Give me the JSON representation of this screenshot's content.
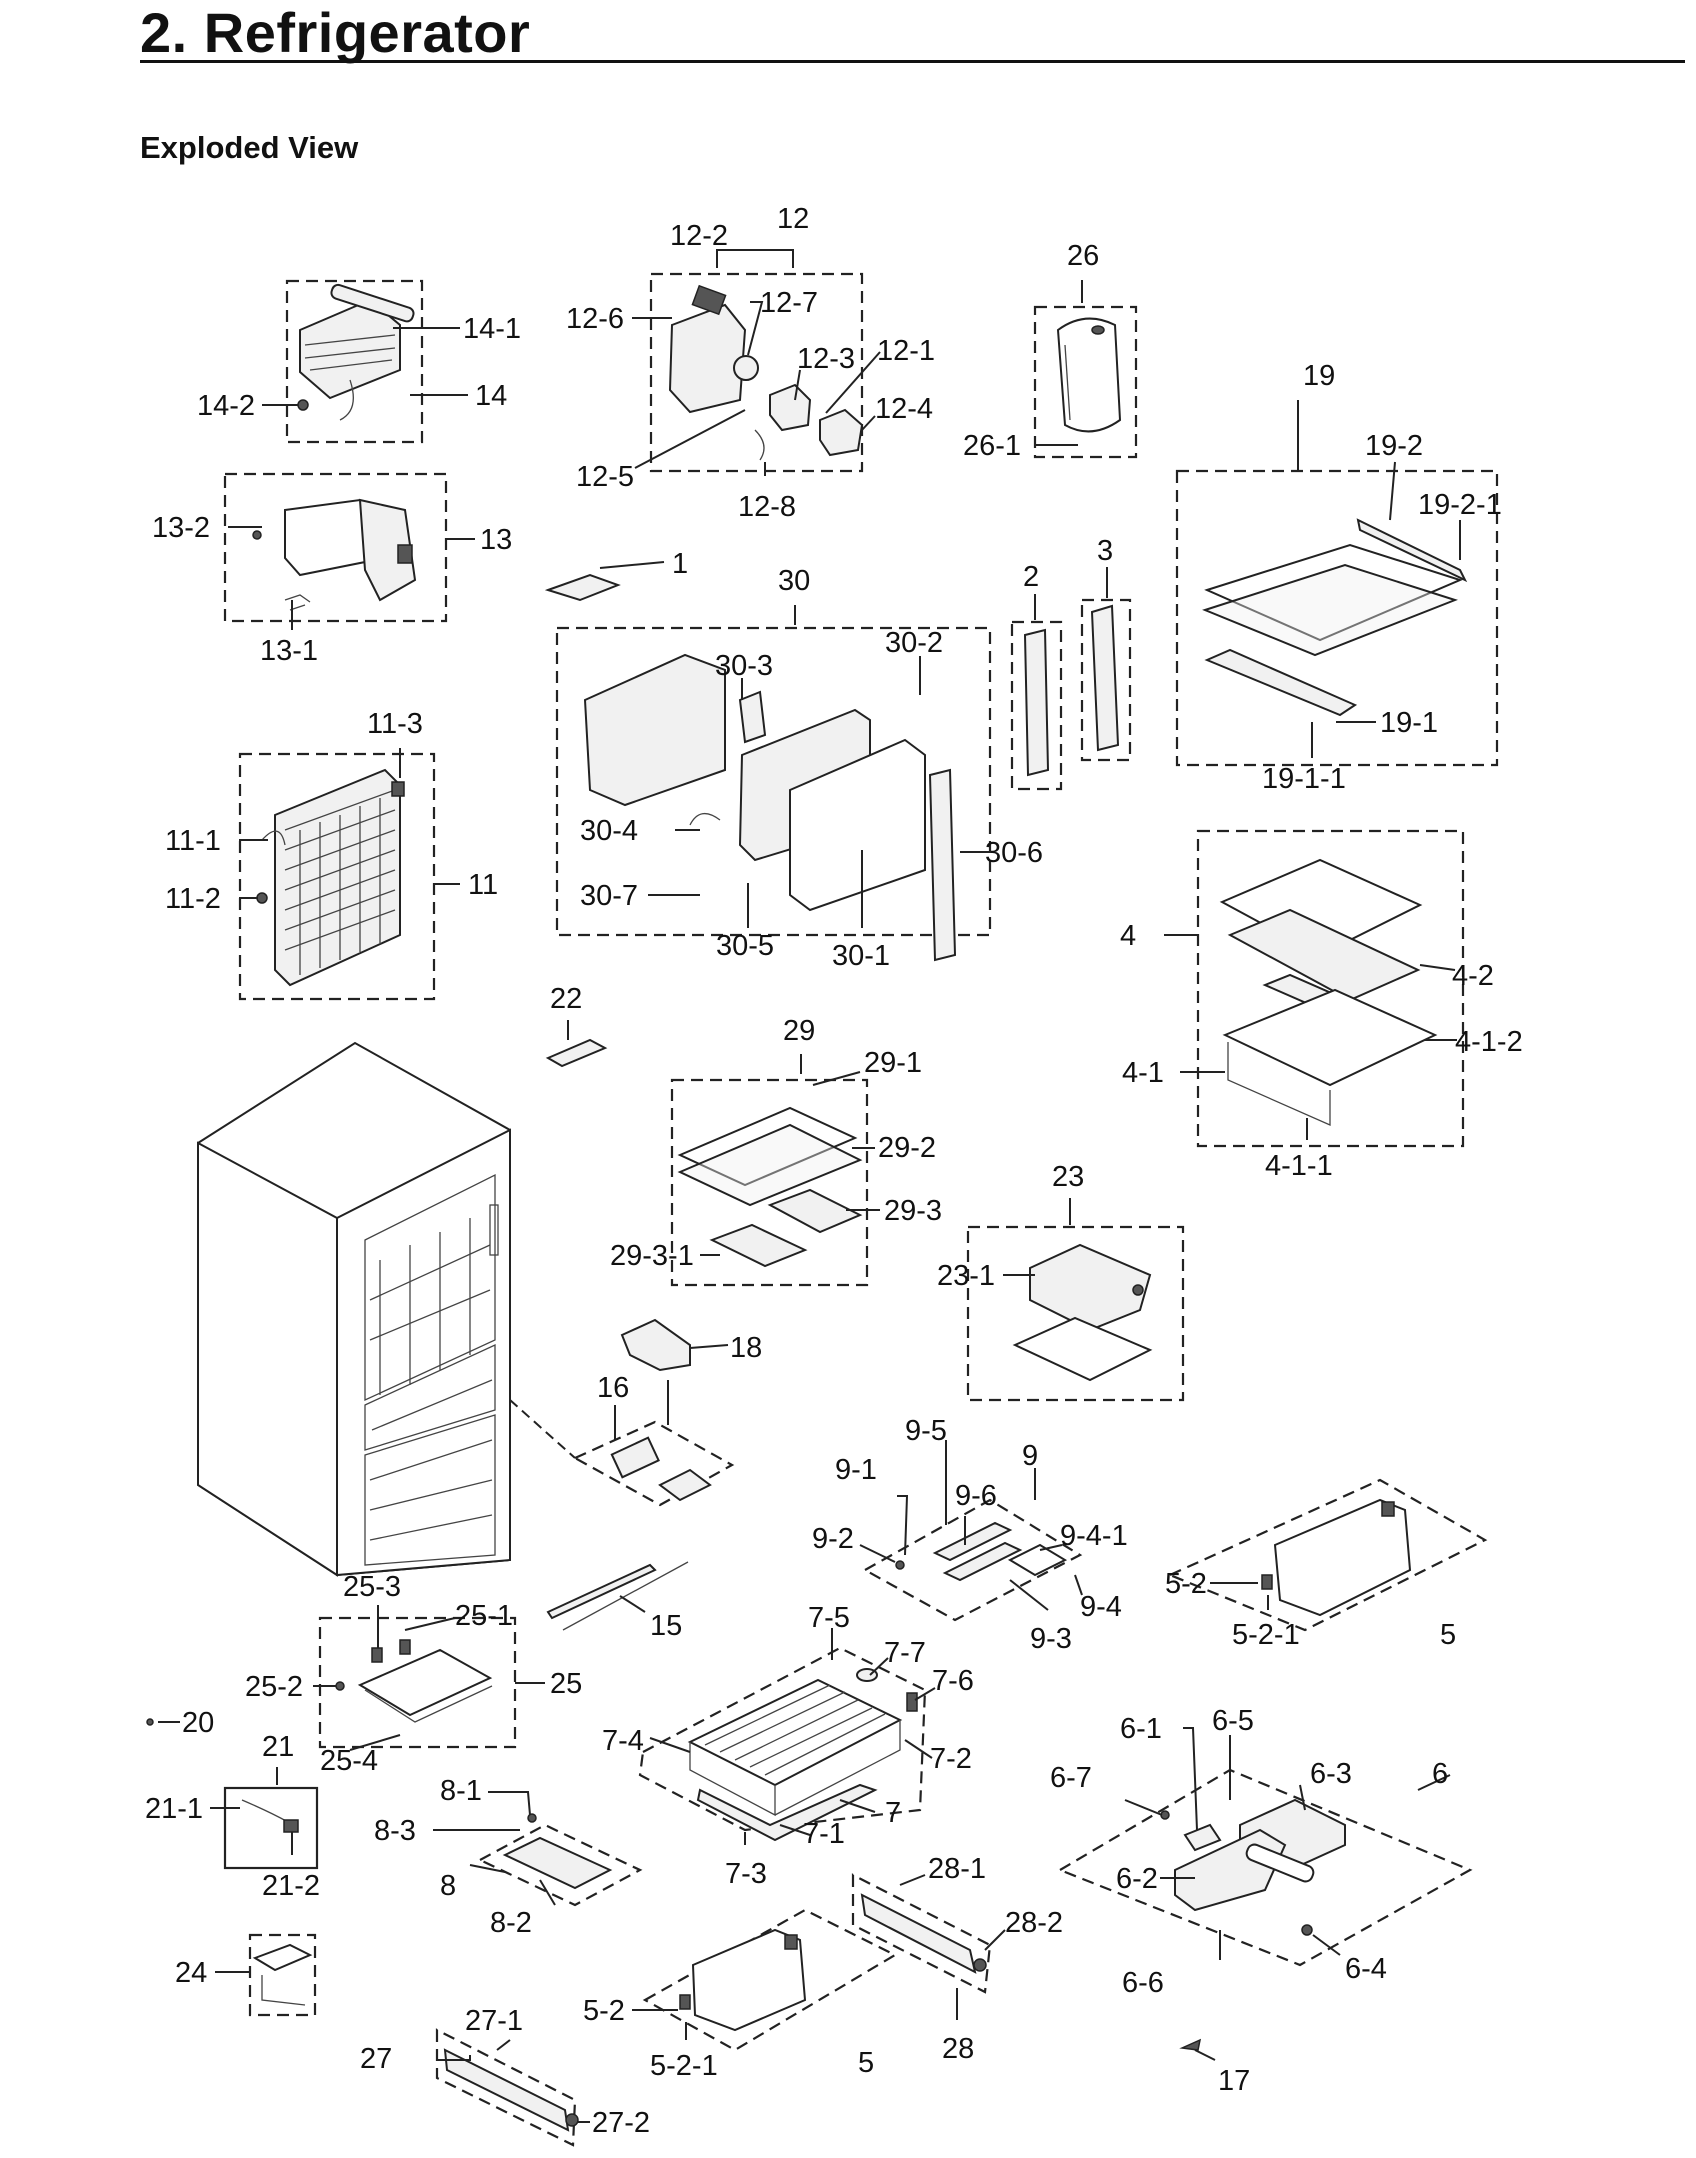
{
  "header": {
    "title": "2.  Refrigerator",
    "subtitle": "Exploded View"
  },
  "callouts": {
    "c1": "1",
    "c2": "2",
    "c3": "3",
    "c4": "4",
    "c4_1": "4-1",
    "c4_1_1": "4-1-1",
    "c4_1_2": "4-1-2",
    "c4_2": "4-2",
    "c5": "5",
    "c5_2": "5-2",
    "c5_2_1": "5-2-1",
    "c5b": "5",
    "c5_2b": "5-2",
    "c5_2_1b": "5-2-1",
    "c6": "6",
    "c6_1": "6-1",
    "c6_2": "6-2",
    "c6_3": "6-3",
    "c6_4": "6-4",
    "c6_5": "6-5",
    "c6_6": "6-6",
    "c6_7": "6-7",
    "c7": "7",
    "c7_1": "7-1",
    "c7_2": "7-2",
    "c7_3": "7-3",
    "c7_4": "7-4",
    "c7_5": "7-5",
    "c7_6": "7-6",
    "c7_7": "7-7",
    "c8": "8",
    "c8_1": "8-1",
    "c8_2": "8-2",
    "c8_3": "8-3",
    "c9": "9",
    "c9_1": "9-1",
    "c9_2": "9-2",
    "c9_3": "9-3",
    "c9_4": "9-4",
    "c9_4_1": "9-4-1",
    "c9_5": "9-5",
    "c9_6": "9-6",
    "c11": "11",
    "c11_1": "11-1",
    "c11_2": "11-2",
    "c11_3": "11-3",
    "c12": "12",
    "c12_1": "12-1",
    "c12_2": "12-2",
    "c12_3": "12-3",
    "c12_4": "12-4",
    "c12_5": "12-5",
    "c12_6": "12-6",
    "c12_7": "12-7",
    "c12_8": "12-8",
    "c13": "13",
    "c13_1": "13-1",
    "c13_2": "13-2",
    "c14": "14",
    "c14_1": "14-1",
    "c14_2": "14-2",
    "c15": "15",
    "c16": "16",
    "c17": "17",
    "c18": "18",
    "c19": "19",
    "c19_1": "19-1",
    "c19_1_1": "19-1-1",
    "c19_2": "19-2",
    "c19_2_1": "19-2-1",
    "c20": "20",
    "c21": "21",
    "c21_1": "21-1",
    "c21_2": "21-2",
    "c22": "22",
    "c23": "23",
    "c23_1": "23-1",
    "c24": "24",
    "c25": "25",
    "c25_1": "25-1",
    "c25_2": "25-2",
    "c25_3": "25-3",
    "c25_4": "25-4",
    "c26": "26",
    "c26_1": "26-1",
    "c27": "27",
    "c27_1": "27-1",
    "c27_2": "27-2",
    "c28": "28",
    "c28_1": "28-1",
    "c28_2": "28-2",
    "c29": "29",
    "c29_1": "29-1",
    "c29_2": "29-2",
    "c29_3": "29-3",
    "c29_3_1": "29-3-1",
    "c30": "30",
    "c30_1": "30-1",
    "c30_2": "30-2",
    "c30_3": "30-3",
    "c30_4": "30-4",
    "c30_5": "30-5",
    "c30_6": "30-6",
    "c30_7": "30-7"
  }
}
